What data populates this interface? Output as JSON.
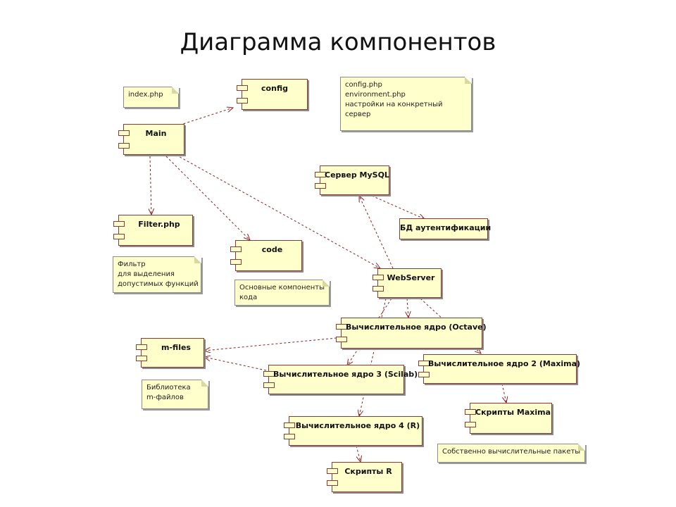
{
  "title": "Диаграмма компонентов",
  "components": {
    "config": "config",
    "main": "Main",
    "filter": "Filter.php",
    "code": "code",
    "mysql": "Сервер MySQL",
    "auth_db": "БД аутентификации",
    "webserver": "WebServer",
    "octave": "Вычислительное ядро (Octave)",
    "mfiles": "m-files",
    "scilab": "Вычислительное ядро 3 (Scilab)",
    "maxima": "Вычислительное ядро 2 (Maxima)",
    "scripts_maxima": "Скрипты Maxima",
    "r_core": "Вычислительное ядро 4  (R)",
    "scripts_r": "Скрипты R"
  },
  "notes": {
    "index": [
      "index.php"
    ],
    "config_note": [
      "config.php",
      "environment.php",
      "настройки на конкретный",
      "сервер"
    ],
    "filter_note": [
      "Фильтр",
      "для выделения",
      "допустимых функций"
    ],
    "code_note": [
      "Основные компоненты",
      "кода"
    ],
    "mfiles_note": [
      "Библиотека",
      "m-файлов"
    ],
    "packages_note": [
      "Собственно вычислительные  пакеты"
    ]
  },
  "colors": {
    "fill": "#ffffcc",
    "border": "#8b3a3a",
    "edge": "#8b2222"
  }
}
